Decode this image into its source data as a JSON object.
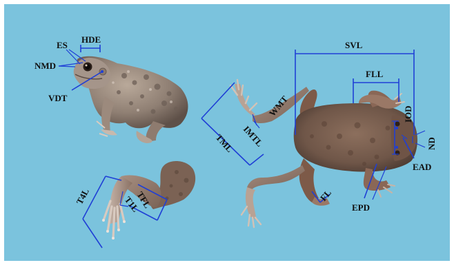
{
  "figure": {
    "background_color": "#7bc3dd",
    "measurement_line_color": "#1f3fd6",
    "specimens": [
      {
        "id": "side-view",
        "label_text": [
          "ES",
          "HDE",
          "NMD",
          "VDT"
        ]
      },
      {
        "id": "foot-view",
        "label_text": [
          "T4L",
          "T1L",
          "TFL"
        ]
      },
      {
        "id": "dorsal-view",
        "label_text": [
          "SVL",
          "FLL",
          "IOD",
          "ND",
          "EAD",
          "EPD",
          "FL",
          "TML",
          "IMTL",
          "WMT"
        ]
      }
    ],
    "labels": {
      "es": "ES",
      "hde": "HDE",
      "nmd": "NMD",
      "vdt": "VDT",
      "svl": "SVL",
      "fll": "FLL",
      "iod": "IOD",
      "nd": "ND",
      "ead": "EAD",
      "epd": "EPD",
      "fl": "FL",
      "tml": "TML",
      "imtl": "IMTL",
      "wmt": "WMT",
      "t4l": "T4L",
      "t1l": "T1L",
      "tfl": "TFL"
    }
  }
}
